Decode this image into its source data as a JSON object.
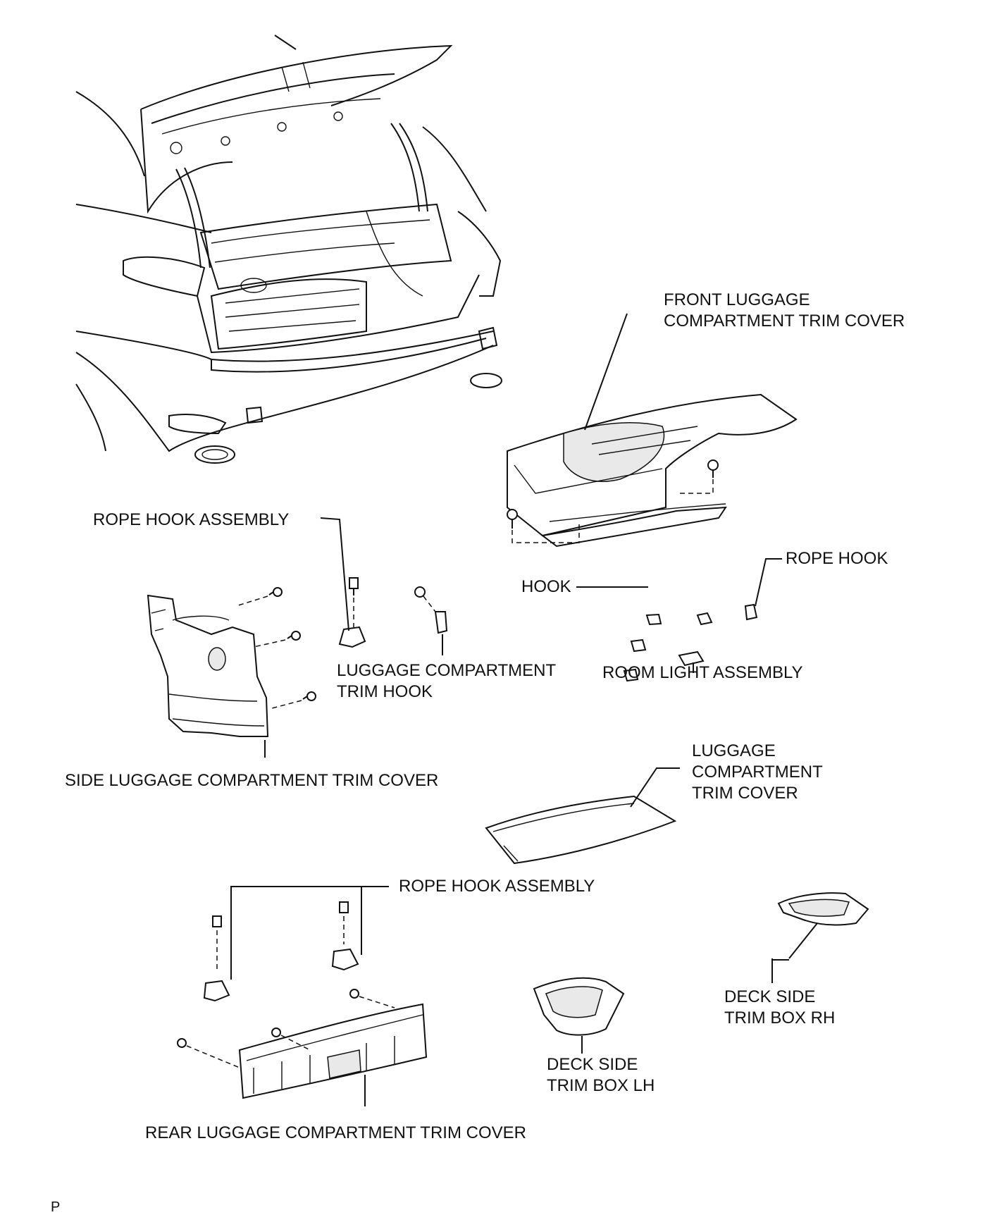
{
  "labels": {
    "front_trim_cover": "FRONT LUGGAGE\nCOMPARTMENT TRIM COVER",
    "rope_hook_assembly_top": "ROPE HOOK ASSEMBLY",
    "rope_hook": "ROPE HOOK",
    "hook": "HOOK",
    "luggage_trim_hook": "LUGGAGE COMPARTMENT\nTRIM HOOK",
    "room_light_assembly": "ROOM LIGHT ASSEMBLY",
    "side_trim_cover": "SIDE LUGGAGE COMPARTMENT TRIM COVER",
    "luggage_trim_cover": "LUGGAGE\nCOMPARTMENT\nTRIM COVER",
    "rope_hook_assembly_bottom": "ROPE HOOK ASSEMBLY",
    "deck_side_rh": "DECK SIDE\nTRIM BOX RH",
    "deck_side_lh": "DECK SIDE\nTRIM BOX LH",
    "rear_trim_cover": "REAR LUGGAGE COMPARTMENT TRIM COVER"
  },
  "corner_mark": "P"
}
